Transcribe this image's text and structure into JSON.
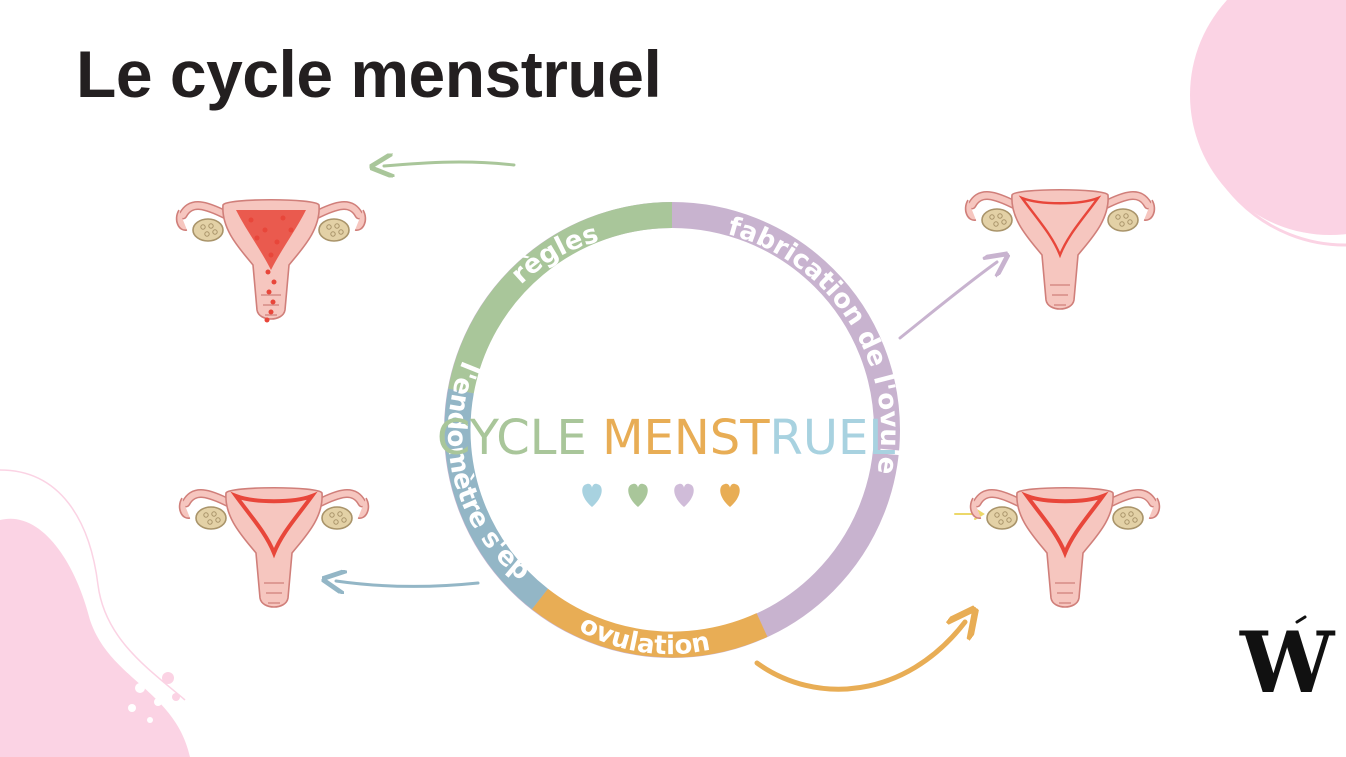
{
  "title": "Le cycle menstruel",
  "cycle": {
    "center_title": {
      "word1": "CYCLE",
      "word2_part1": "MENST",
      "word2_part2": "RUEL"
    },
    "phases": [
      {
        "label": "règles",
        "color": "#a9c69a"
      },
      {
        "label": "fabrication de l'ovule",
        "color": "#c8b3cf"
      },
      {
        "label": "ovulation",
        "color": "#e8ad55"
      },
      {
        "label": "l'endomètre s'épaissit",
        "color": "#93b6c6"
      }
    ],
    "hearts": [
      "#a8d2e0",
      "#a9c69a",
      "#d0bcd9",
      "#e8ad55"
    ]
  },
  "colors": {
    "pink_decoration": "#fbd3e4",
    "uterus_fill": "#f6c6bf",
    "uterus_stroke": "#d07f7a",
    "lining": "#e8463a",
    "ovary": "#e3d1a6"
  },
  "logo": {
    "letter": "W"
  }
}
